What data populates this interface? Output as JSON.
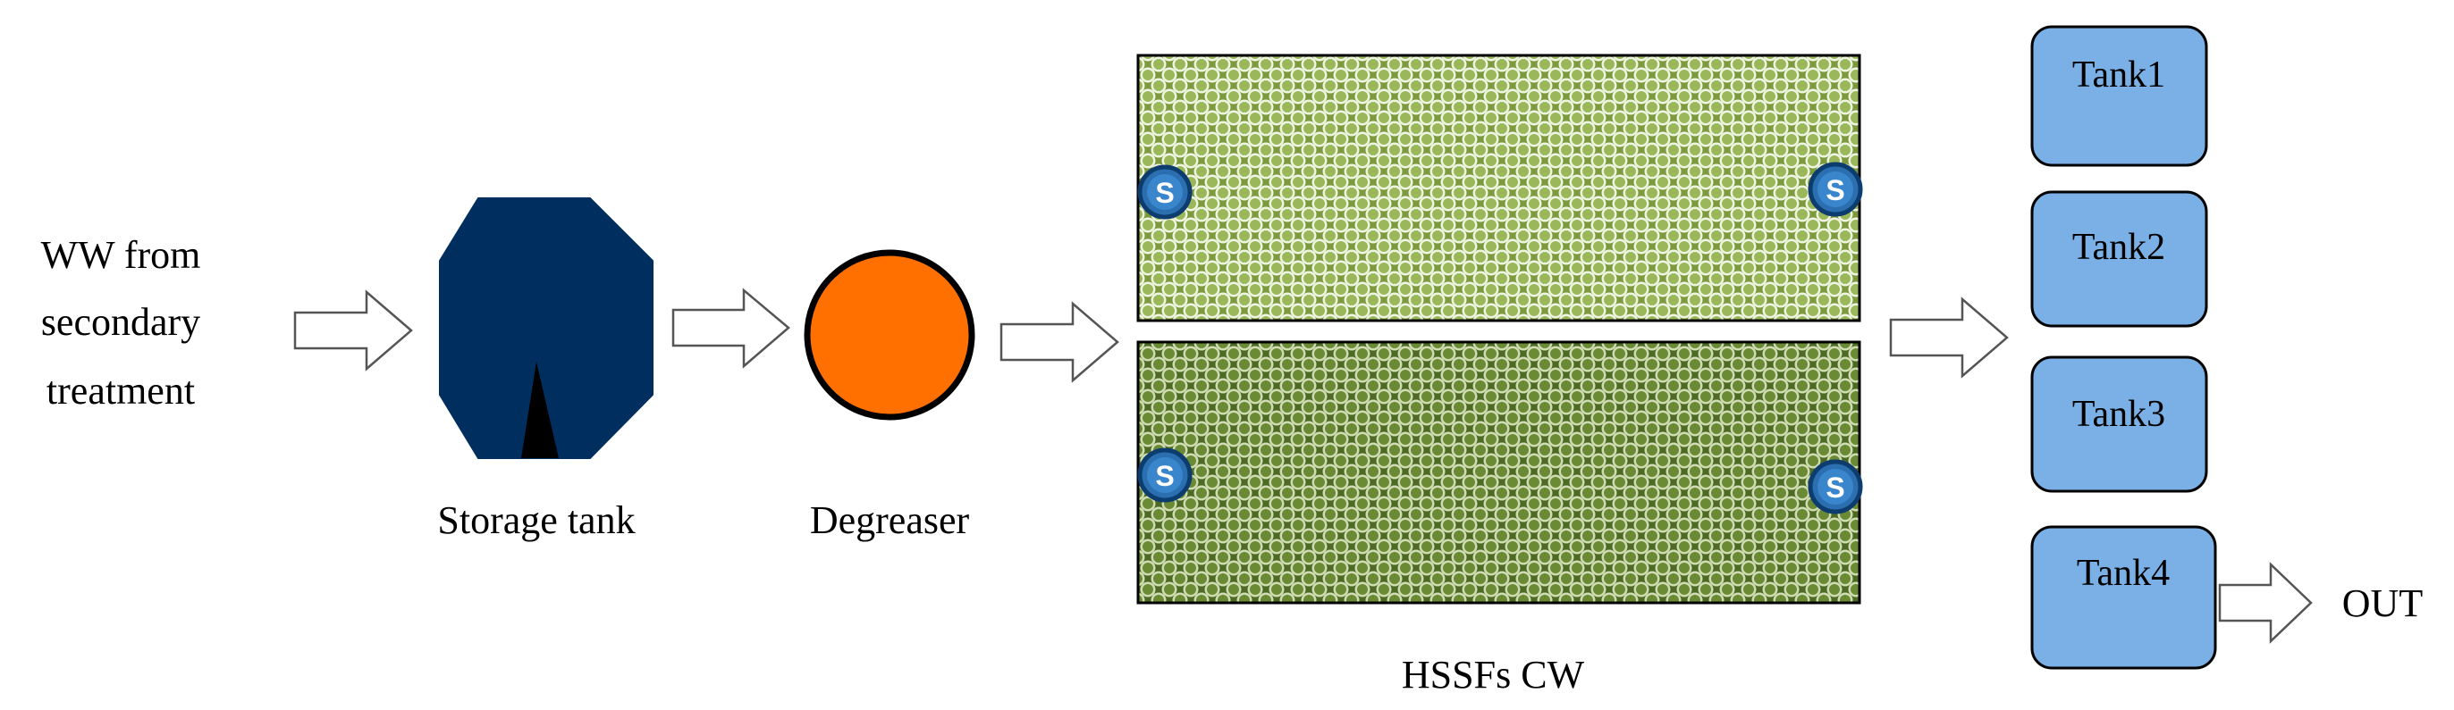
{
  "input": {
    "line1": "WW from",
    "line2": "secondary",
    "line3": "treatment"
  },
  "storage_tank": {
    "label": "Storage tank",
    "color": "#002f5f"
  },
  "degreaser": {
    "label": "Degreaser",
    "color": "#ff7000"
  },
  "wetland": {
    "label": "HSSFs CW",
    "upper_color": "#7c9a3d",
    "lower_color": "#4c6a25",
    "sensor_label": "S",
    "sensor_color": "#2b6fb0"
  },
  "tanks": [
    {
      "label": "Tank1"
    },
    {
      "label": "Tank2"
    },
    {
      "label": "Tank3"
    },
    {
      "label": "Tank4"
    }
  ],
  "tank_color": "#7ab0e6",
  "output": {
    "label": "OUT"
  }
}
